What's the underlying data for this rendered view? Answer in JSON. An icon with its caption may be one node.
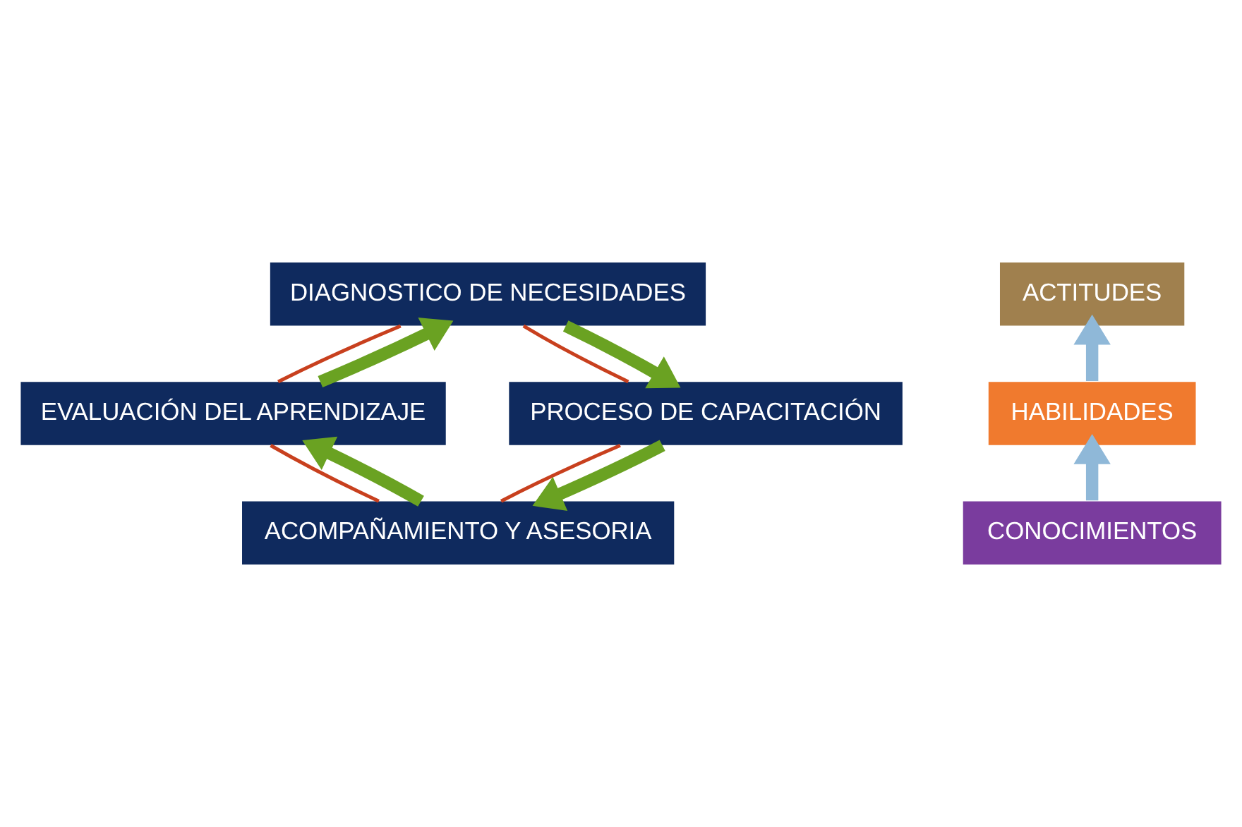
{
  "diagram": {
    "nodes": [
      {
        "text": [
          "DIAGNOSTICO DE NECESIDADES"
        ]
      },
      {
        "text": [
          "PROCESO DE CAPACITACIÓN"
        ]
      },
      {
        "text": [
          "ACOMPAÑAMIENTO Y ASESORIA"
        ]
      },
      {
        "text": [
          "EVALUACIÓN DEL APRENDIZAJE"
        ]
      },
      {
        "text": [
          "ACTITUDES"
        ]
      },
      {
        "text": [
          "HABILIDADES"
        ]
      },
      {
        "text": [
          "CONOCIMIENTOS"
        ]
      }
    ],
    "edges": [
      {
        "from": 0,
        "to": 1,
        "arrow": "none",
        "color": "#c8401e"
      },
      {
        "from": 1,
        "to": 2,
        "arrow": "none",
        "color": "#c8401e"
      },
      {
        "from": 2,
        "to": 3,
        "arrow": "none",
        "color": "#c8401e"
      },
      {
        "from": 3,
        "to": 0,
        "arrow": "none",
        "color": "#c8401e"
      },
      {
        "from": 0,
        "to": 1,
        "arrow": "to",
        "color": "#6aa222"
      },
      {
        "from": 1,
        "to": 2,
        "arrow": "to",
        "color": "#6aa222"
      },
      {
        "from": 2,
        "to": 3,
        "arrow": "to",
        "color": "#6aa222"
      },
      {
        "from": 3,
        "to": 0,
        "arrow": "to",
        "color": "#6aa222"
      },
      {
        "from": 6,
        "to": 5,
        "arrow": "to",
        "color": "#8fb8d8"
      },
      {
        "from": 5,
        "to": 4,
        "arrow": "to",
        "color": "#8fb8d8"
      }
    ]
  }
}
